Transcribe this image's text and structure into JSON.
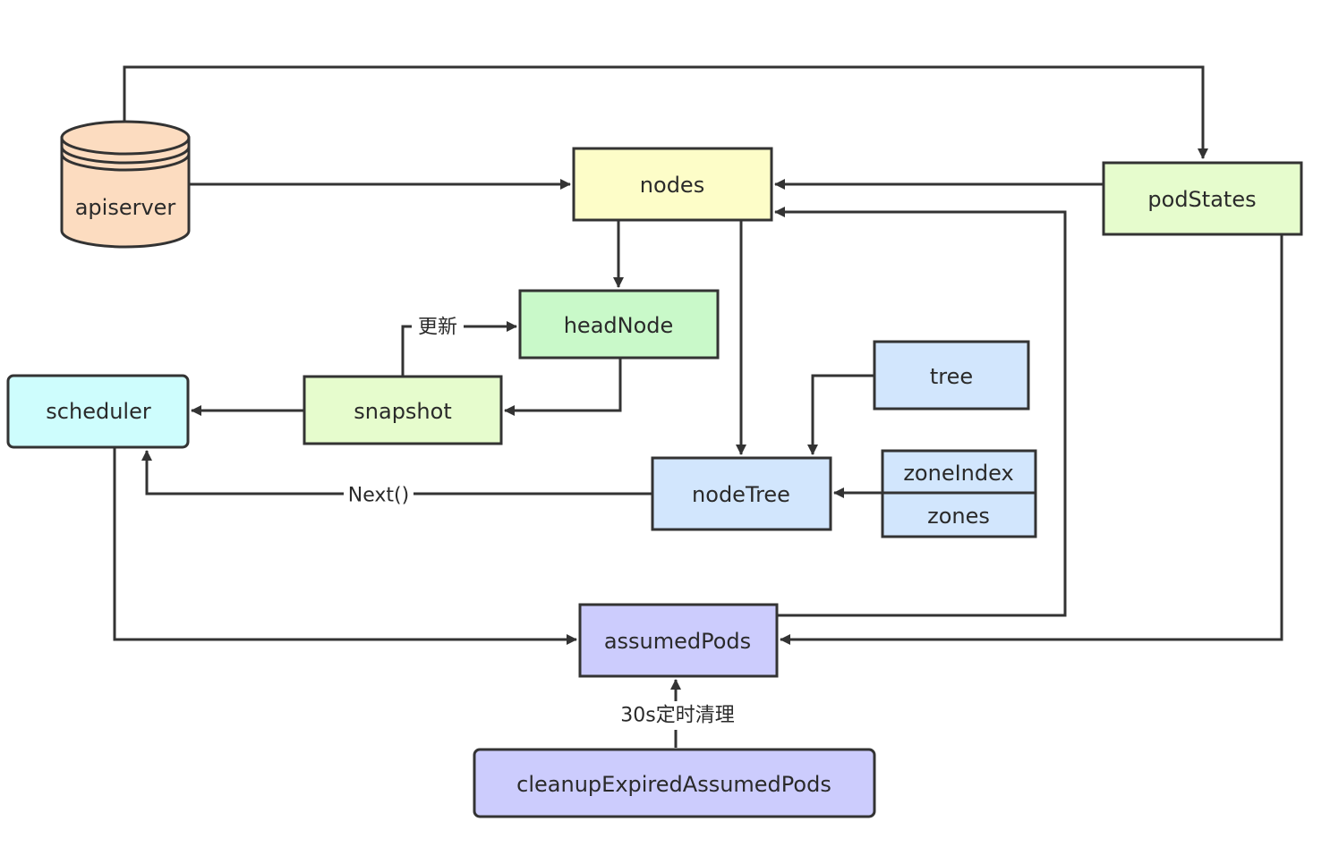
{
  "nodes": {
    "apiserver": {
      "label": "apiserver",
      "color": "#fcdcc0"
    },
    "nodes": {
      "label": "nodes",
      "color": "#fdfdc8"
    },
    "podStates": {
      "label": "podStates",
      "color": "#e6fccd"
    },
    "headNode": {
      "label": "headNode",
      "color": "#c9f9c9"
    },
    "snapshot": {
      "label": "snapshot",
      "color": "#e6fccd"
    },
    "scheduler": {
      "label": "scheduler",
      "color": "#cefdfd"
    },
    "tree": {
      "label": "tree",
      "color": "#d2e6fd"
    },
    "nodeTree": {
      "label": "nodeTree",
      "color": "#d2e6fd"
    },
    "zoneIndex": {
      "label": "zoneIndex",
      "color": "#d2e6fd"
    },
    "zones": {
      "label": "zones",
      "color": "#d2e6fd"
    },
    "assumedPods": {
      "label": "assumedPods",
      "color": "#ccccfd"
    },
    "cleanup": {
      "label": "cleanupExpiredAssumedPods",
      "color": "#ccccfd"
    }
  },
  "edge_labels": {
    "update": "更新",
    "next": "Next()",
    "cleanup_interval": "30s定时清理"
  },
  "colors": {
    "stroke": "#333333",
    "text": "#2a2a2a"
  }
}
